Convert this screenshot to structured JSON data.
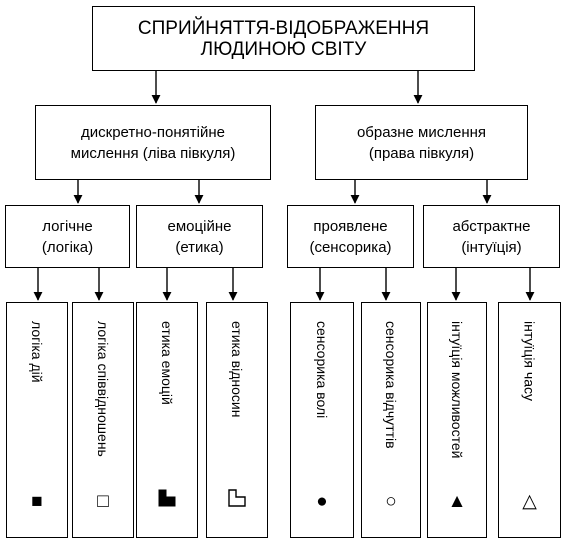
{
  "root": {
    "line1": "СПРИЙНЯТТЯ-ВІДОБРАЖЕННЯ",
    "line2": "ЛЮДИНОЮ СВІТУ"
  },
  "left": {
    "line1": "дискретно-понятійне",
    "line2": "мислення (ліва півкуля)"
  },
  "right": {
    "line1": "образне мислення",
    "line2": "(права півкуля)"
  },
  "l3": [
    {
      "line1": "логічне",
      "line2": "(логіка)"
    },
    {
      "line1": "емоційне",
      "line2": "(етика)"
    },
    {
      "line1": "проявлене",
      "line2": "(сенсорика)"
    },
    {
      "line1": "абстрактне",
      "line2": "(інтуїція)"
    }
  ],
  "leaves": [
    {
      "label": "логіка  дій",
      "symbol": "■",
      "symbol_name": "filled-square-icon"
    },
    {
      "label": "логіка  співвідношень",
      "symbol": "□",
      "symbol_name": "empty-square-icon"
    },
    {
      "label": "етика  емоцій",
      "symbol": "filled-L",
      "symbol_name": "filled-l-shape-icon"
    },
    {
      "label": "етика  відносин",
      "symbol": "empty-L",
      "symbol_name": "empty-l-shape-icon"
    },
    {
      "label": "сенсорика  волі",
      "symbol": "●",
      "symbol_name": "filled-circle-icon"
    },
    {
      "label": "сенсорика  відчуттів",
      "symbol": "○",
      "symbol_name": "empty-circle-icon"
    },
    {
      "label": "інтуїція  можливостей",
      "symbol": "▲",
      "symbol_name": "filled-triangle-icon"
    },
    {
      "label": "інтуїція  часу",
      "symbol": "△",
      "symbol_name": "empty-triangle-icon"
    }
  ]
}
